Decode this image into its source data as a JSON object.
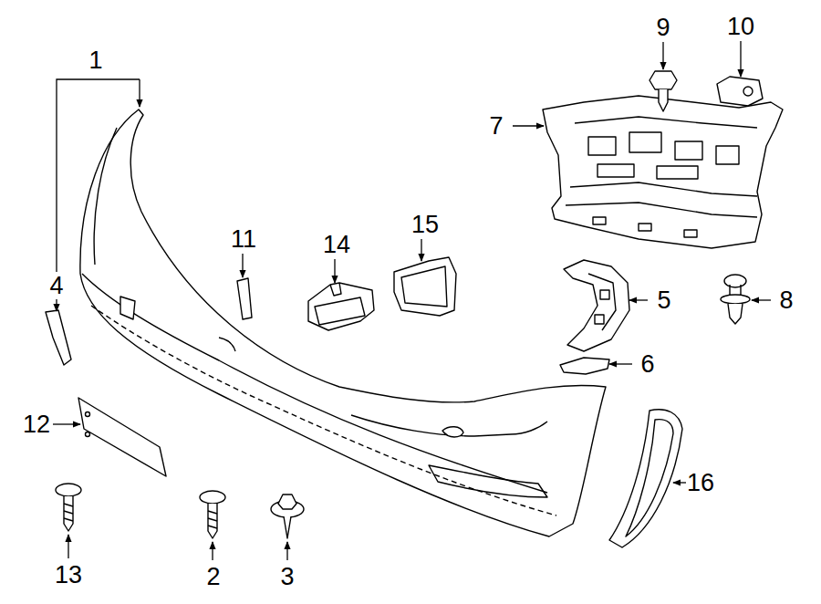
{
  "diagram": {
    "labels": [
      "1",
      "4",
      "11",
      "14",
      "15",
      "9",
      "10",
      "7",
      "5",
      "8",
      "6",
      "12",
      "16",
      "13",
      "2",
      "3"
    ]
  }
}
